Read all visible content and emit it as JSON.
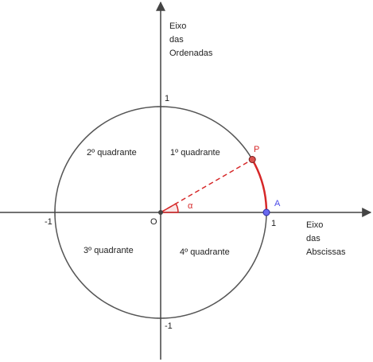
{
  "axes": {
    "ordinate_label": [
      "Eixo",
      "das",
      "Ordenadas"
    ],
    "abscissa_label": [
      "Eixo",
      "das",
      "Abscissas"
    ]
  },
  "ticks": {
    "y_pos": "1",
    "y_neg": "-1",
    "x_pos": "1",
    "x_neg": "-1"
  },
  "origin_label": "O",
  "quadrants": {
    "q1": "1º quadrante",
    "q2": "2º quadrante",
    "q3": "3º quadrante",
    "q4": "4º quadrante"
  },
  "points": {
    "p": {
      "label": "P",
      "angle_deg": 30
    },
    "a": {
      "label": "A"
    }
  },
  "angle_label": "α",
  "colors": {
    "circle": "#555555",
    "axis": "#444444",
    "red": "#d62728",
    "blue": "#4a4ae8",
    "point_fill_p": "#d9534f",
    "point_fill_a": "#6a6af0"
  }
}
